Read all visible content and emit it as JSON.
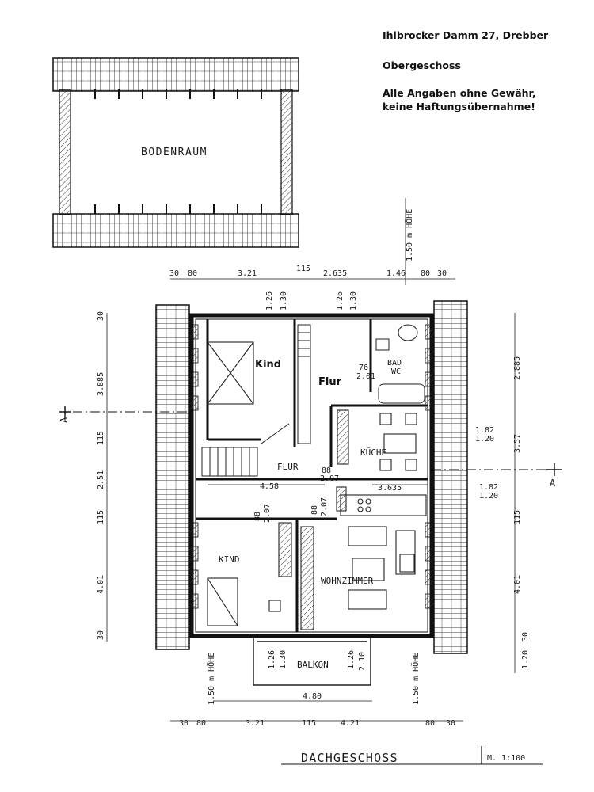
{
  "header": {
    "address": "Ihlbrocker Damm 27, Drebber",
    "floor": "Obergeschoss",
    "disclaimer_1": "Alle Angaben ohne Gewähr,",
    "disclaimer_2": "keine Haftungsübernahme!"
  },
  "rooms": {
    "bodenraum": "BODENRAUM",
    "kind_top": "Kind",
    "flur_top": "Flur",
    "flur_lower": "FLUR",
    "bad": "BAD",
    "wc": "WC",
    "kueche": "KÜCHE",
    "kind_bottom": "KIND",
    "wohnzimmer": "WOHNZIMMER",
    "balkon": "BALKON"
  },
  "title": {
    "name": "DACHGESCHOSS",
    "scale": "M. 1:100"
  },
  "section_marker": "A",
  "dimensions": {
    "top_30": "30",
    "top_80": "80",
    "top_321": "3.21",
    "top_115": "115",
    "top_2635": "2.635",
    "top_146": "1.46",
    "top_80b": "80",
    "top_30b": "30",
    "height_note_top": "1.50 m HÖHE",
    "door_126a": "1.26",
    "door_130a": "1.30",
    "door_126b": "1.26",
    "door_130b": "1.30",
    "left_30": "30",
    "left_3885": "3.885",
    "left_115": "115",
    "left_251": "2.51",
    "left_115b": "115",
    "left_401": "4.01",
    "left_30b": "30",
    "right_2885": "2.885",
    "right_357": "3.57",
    "right_115": "115",
    "right_401": "4.01",
    "right_30": "30",
    "right_120": "1.20",
    "bad_door_76": "76",
    "bad_door_201": "2.01",
    "win_182a": "1.82",
    "win_120a": "1.20",
    "win_182b": "1.82",
    "win_120b": "1.20",
    "flur_458": "4.58",
    "flur_door_88": "88",
    "flur_door_207": "2.07",
    "kueche_3635": "3.635",
    "kind_door_88": "88",
    "kind_door_207": "2.07",
    "wz_door_88": "88",
    "wz_door_207": "2.07",
    "balkon_126": "1.26",
    "balkon_130": "1.30",
    "balkon_126b": "1.26",
    "balkon_210": "2.10",
    "balkon_480": "4.80",
    "height_note_bl": "1.50 m HÖHE",
    "height_note_br": "1.50 m HÖHE",
    "bot_30": "30",
    "bot_80": "80",
    "bot_321": "3.21",
    "bot_115": "115",
    "bot_421": "4.21",
    "bot_80b": "80",
    "bot_30b": "30"
  }
}
